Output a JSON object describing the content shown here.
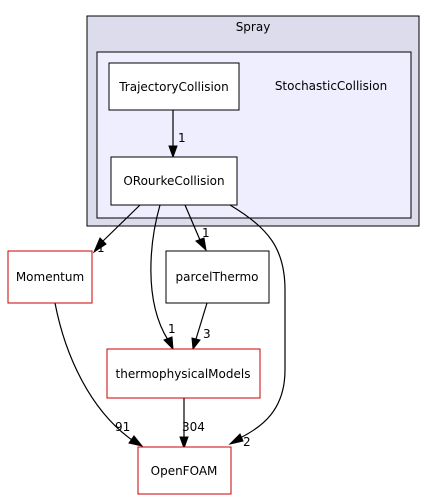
{
  "clusters": {
    "outer": {
      "label": "Spray"
    },
    "inner": {
      "label": "StochasticCollision"
    }
  },
  "nodes": {
    "trajectory": {
      "label": "TrajectoryCollision"
    },
    "orourke": {
      "label": "ORourkeCollision"
    },
    "momentum": {
      "label": "Momentum"
    },
    "parcel": {
      "label": "parcelThermo"
    },
    "thermo": {
      "label": "thermophysicalModels"
    },
    "openfoam": {
      "label": "OpenFOAM"
    }
  },
  "edges": {
    "traj_orourke": "1",
    "orourke_momentum": "1",
    "orourke_parcel": "1",
    "orourke_thermo": "1",
    "orourke_openfoam": "2",
    "momentum_openfoam": "91",
    "parcel_thermo": "3",
    "thermo_openfoam": "304"
  },
  "colors": {
    "outer_fill": "#dcdcec",
    "inner_fill": "#eeeeff",
    "red_border": "#cc0000"
  }
}
